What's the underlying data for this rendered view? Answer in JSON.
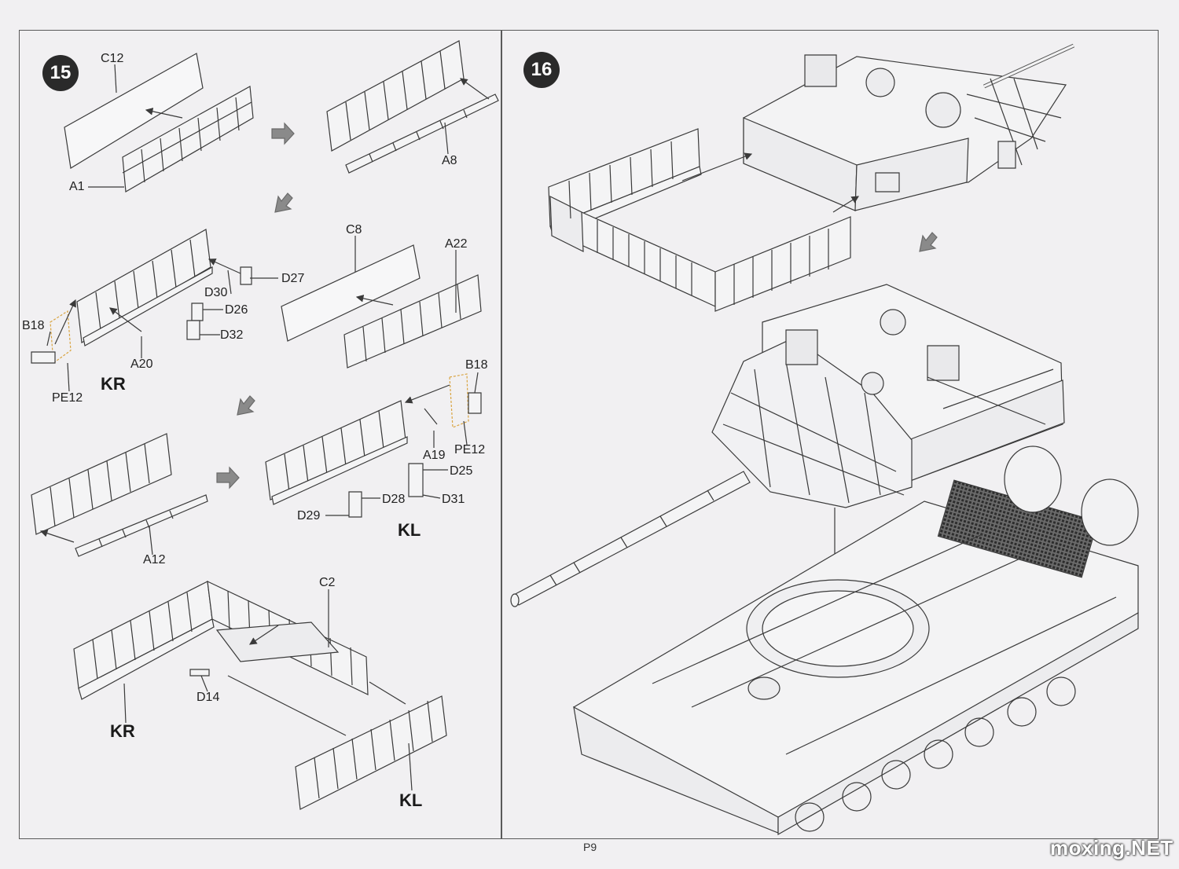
{
  "steps": {
    "step15": "15",
    "step16": "16"
  },
  "labels": {
    "c12": "C12",
    "a1": "A1",
    "a8": "A8",
    "c8": "C8",
    "a22": "A22",
    "d27": "D27",
    "d30": "D30",
    "d26": "D26",
    "d32": "D32",
    "b18_left": "B18",
    "pe12_left": "PE12",
    "a20": "A20",
    "kr_top": "KR",
    "b18_right": "B18",
    "pe12_right": "PE12",
    "a19": "A19",
    "d25": "D25",
    "d28": "D28",
    "d31": "D31",
    "d29": "D29",
    "kl_mid": "KL",
    "a12": "A12",
    "c2": "C2",
    "d14": "D14",
    "kr_bottom": "KR",
    "kl_bottom": "KL"
  },
  "footer": {
    "page_number": "P9",
    "watermark": "moxing.NET"
  },
  "colors": {
    "background": "#f1f0f2",
    "line": "#3a3a3a",
    "badge": "#2a2a2a",
    "photoetch": "#d9a441",
    "arrow_fill": "#8a8a8a"
  }
}
